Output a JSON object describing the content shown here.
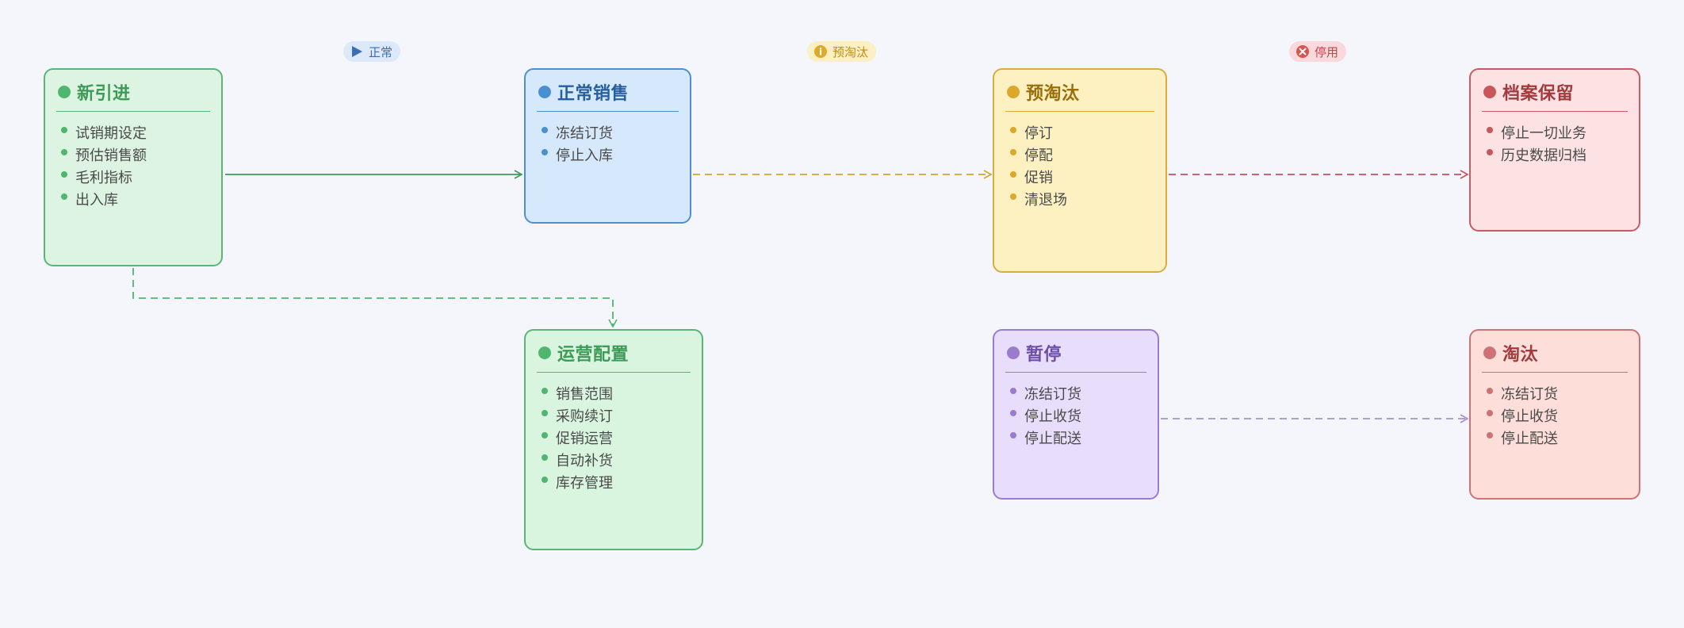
{
  "badges": {
    "normal": {
      "label": "正常",
      "color": "#3a6fb5",
      "bg": "#dbe9fb"
    },
    "pre_eliminate": {
      "label": "预淘汰",
      "color": "#c28e12",
      "bg": "#fcefc4",
      "icon_symbol": "i"
    },
    "disabled": {
      "label": "停用",
      "color": "#c0464a",
      "bg": "#f9d9dc"
    }
  },
  "nodes": {
    "new_intro": {
      "title": "新引进",
      "color": "#3d9a57",
      "dot": "#4fb66f",
      "bg": "#ddf4e2",
      "border": "#5cb574",
      "items": [
        "试销期设定",
        "预估销售额",
        "毛利指标",
        "出入库"
      ]
    },
    "normal_sale": {
      "title": "正常销售",
      "color": "#275f9e",
      "dot": "#4a90d0",
      "bg": "#d6e8fb",
      "border": "#4f8fcc",
      "items": [
        "冻结订货",
        "停止入库"
      ]
    },
    "pre_eliminate": {
      "title": "预淘汰",
      "color": "#9a6d08",
      "dot": "#dba82b",
      "bg": "#fdf1c2",
      "border": "#d9ad3d",
      "items": [
        "停订",
        "停配",
        "促销",
        "清退场"
      ]
    },
    "archive": {
      "title": "档案保留",
      "color": "#a33a3e",
      "dot": "#c9565b",
      "bg": "#fde2e3",
      "border": "#c95b60",
      "items": [
        "停止一切业务",
        "历史数据归档"
      ]
    },
    "ops_config": {
      "title": "运营配置",
      "color": "#3d9a57",
      "dot": "#4fb66f",
      "bg": "#d9f5df",
      "border": "#5cb574",
      "items": [
        "销售范围",
        "采购续订",
        "促销运营",
        "自动补货",
        "库存管理"
      ]
    },
    "paused": {
      "title": "暂停",
      "color": "#6e4fa8",
      "dot": "#9a7ccf",
      "bg": "#e8ddfb",
      "border": "#9a7ccf",
      "items": [
        "冻结订货",
        "停止收货",
        "停止配送"
      ]
    },
    "eliminated": {
      "title": "淘汰",
      "color": "#a33a3e",
      "dot": "#cf7277",
      "bg": "#fdded9",
      "border": "#cf7277",
      "items": [
        "冻结订货",
        "停止收货",
        "停止配送"
      ]
    }
  },
  "edges": [
    {
      "id": "new_intro-normal_sale",
      "from": "new_intro",
      "to": "normal_sale",
      "style": "solid",
      "color": "#3d9a57"
    },
    {
      "id": "normal_sale-pre_eliminate",
      "from": "normal_sale",
      "to": "pre_eliminate",
      "style": "dashed",
      "color": "#d4a52c"
    },
    {
      "id": "pre_eliminate-archive",
      "from": "pre_eliminate",
      "to": "archive",
      "style": "dashed",
      "color": "#c8505a"
    },
    {
      "id": "new_intro-ops_config",
      "from": "new_intro",
      "to": "ops_config",
      "style": "dashed",
      "color": "#4fb66f"
    },
    {
      "id": "paused-eliminated",
      "from": "paused",
      "to": "eliminated",
      "style": "dashed",
      "color": "#a88fcf"
    }
  ]
}
